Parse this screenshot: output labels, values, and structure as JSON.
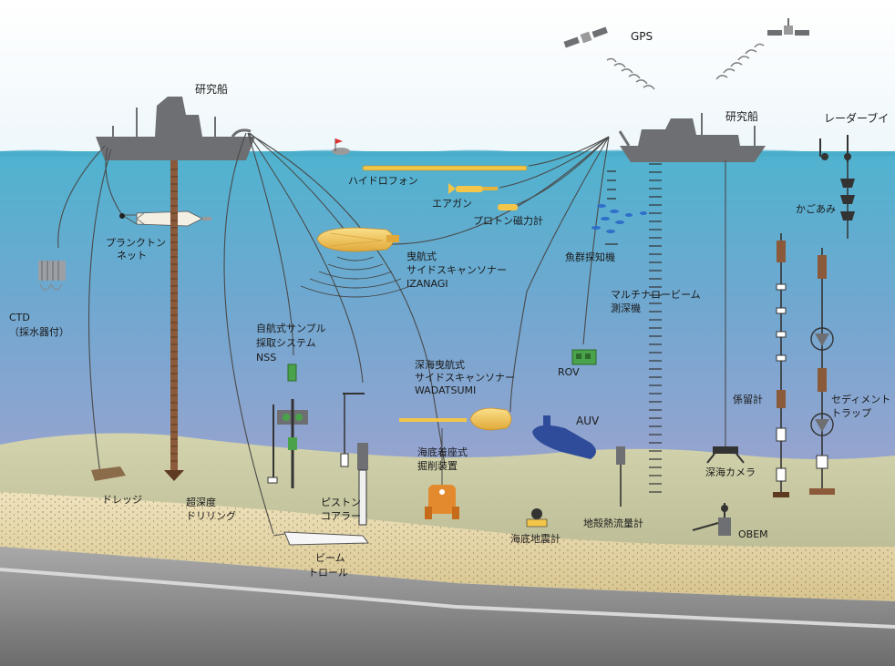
{
  "labels": {
    "gps": "GPS",
    "ship_left": "研究船",
    "ship_right": "研究船",
    "radar_buoy": "レーダーブイ",
    "hydrophone": "ハイドロフォン",
    "airgun": "エアガン",
    "proton": "プロトン磁力計",
    "fish_finder": "魚群探知機",
    "kagoami": "かごあみ",
    "plankton_1": "プランクトン",
    "plankton_2": "ネット",
    "izanagi_1": "曳航式",
    "izanagi_2": "サイドスキャンソナー",
    "izanagi_3": "IZANAGI",
    "multibeam_1": "マルチナロービーム",
    "multibeam_2": "測深機",
    "ctd_1": "CTD",
    "ctd_2": "（採水器付）",
    "nss_1": "自航式サンプル",
    "nss_2": "採取システム",
    "nss_3": "NSS",
    "wadatsumi_1": "深海曳航式",
    "wadatsumi_2": "サイドスキャンソナー",
    "wadatsumi_3": "WADATSUMI",
    "rov": "ROV",
    "auv": "AUV",
    "mooring": "係留計",
    "sediment_1": "セディメント",
    "sediment_2": "トラップ",
    "seabed_drill_1": "海底着座式",
    "seabed_drill_2": "掘削装置",
    "deep_camera": "深海カメラ",
    "dredge": "ドレッジ",
    "ultradeep_1": "超深度",
    "ultradeep_2": "ドリリング",
    "piston_1": "ピストン",
    "piston_2": "コアラー",
    "heatflow": "地殻熱流量計",
    "seismometer": "海底地震計",
    "obem": "OBEM",
    "beam_trawl_1": "ビーム",
    "beam_trawl_2": "トロール"
  },
  "colors": {
    "ship": "#6d6f72",
    "sea_top": "#5bb8d0",
    "sea_bottom": "#8c9fc9",
    "seafloor": "#c9c9a6",
    "sediment": "#e2d4a8",
    "bedrock": "#8a8a8a",
    "equipment_yellow": "#f3c548",
    "auv_blue": "#2e4c9a",
    "drill_pipe": "#8b5a3a",
    "cable": "#4a4a4a"
  }
}
